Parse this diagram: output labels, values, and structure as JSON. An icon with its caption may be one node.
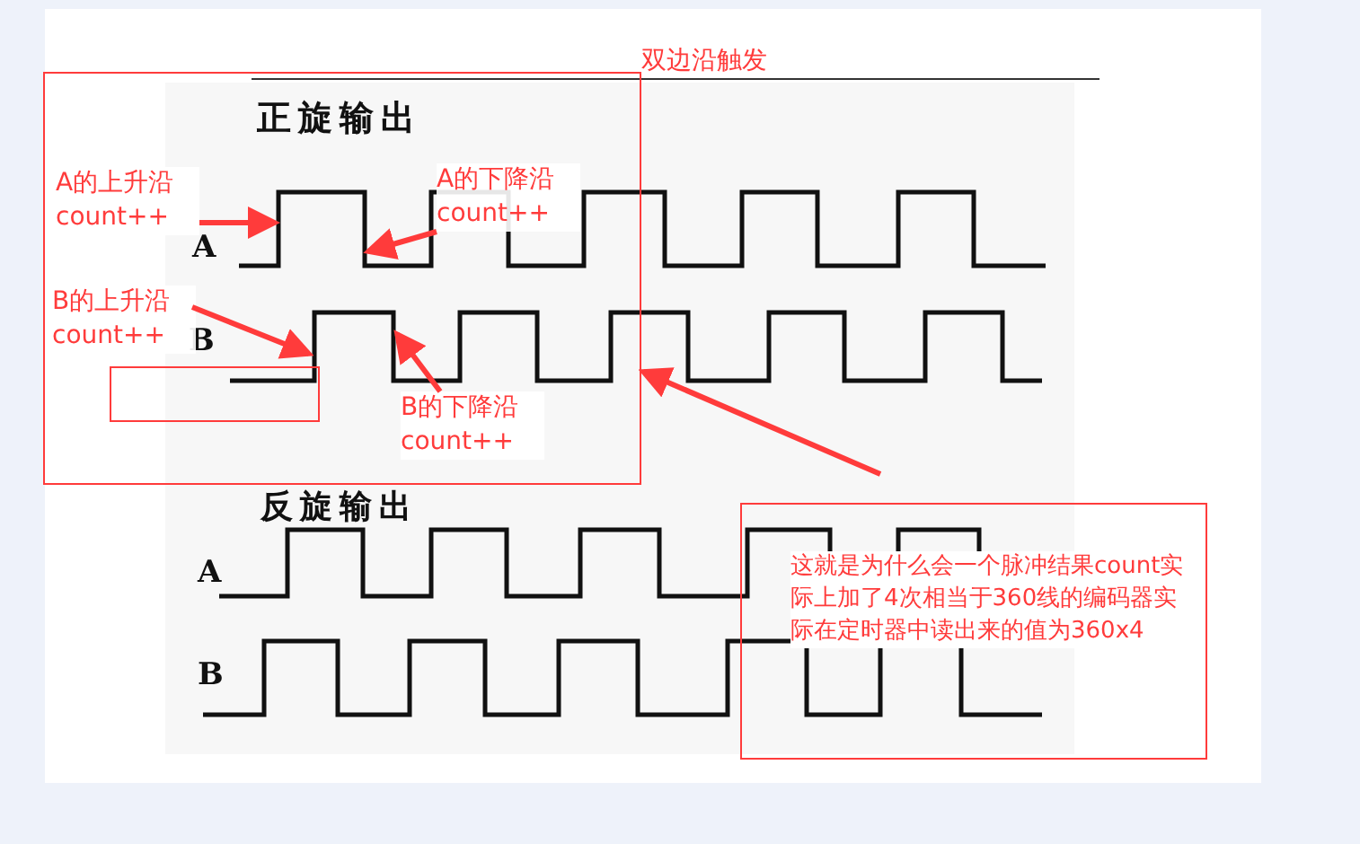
{
  "diagram": {
    "nodes": [
      {
        "text": [],
        "shape": "box"
      },
      {
        "text": [
          "A的上升沿 count++"
        ],
        "in": 0
      },
      {
        "text": [
          "A的下降沿 count++"
        ],
        "in": 0
      },
      {
        "text": [
          "B的上升沿 count++"
        ],
        "in": 0
      },
      {
        "text": [
          "B的下降沿 count++"
        ],
        "in": 0
      },
      {
        "text": [],
        "shape": "box",
        "in": 0
      },
      {
        "text": [
          "这就是为什么会一个脉冲结果count实际上加了4次相当于360线的编码器实际在定时器中读出来的值为360x4"
        ]
      },
      {
        "text": [],
        "shape": "waveform"
      },
      {
        "text": [],
        "shape": "waveform"
      }
    ],
    "edges": [
      {
        "from": 1,
        "to": 7,
        "arrow": "to"
      },
      {
        "from": 2,
        "to": 7,
        "arrow": "to"
      },
      {
        "from": 3,
        "to": 8,
        "arrow": "to"
      },
      {
        "from": 4,
        "to": 8,
        "arrow": "to"
      },
      {
        "from": 6,
        "to": 8,
        "arrow": "to"
      }
    ],
    "labels": [
      "双边沿触发",
      "正旋输出",
      "A",
      "B",
      "反旋输出",
      "A",
      "B"
    ]
  }
}
